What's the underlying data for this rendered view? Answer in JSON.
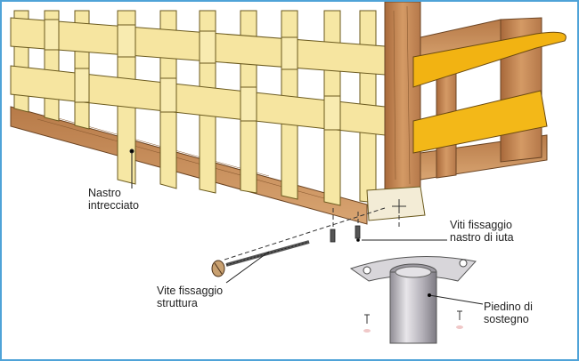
{
  "labels": {
    "nastro": {
      "line1": "Nastro",
      "line2": "intrecciato"
    },
    "viti_iuta": {
      "line1": "Viti fissaggio",
      "line2": "nastro di iuta"
    },
    "vite_struttura": {
      "line1": "Vite fissaggio",
      "line2": "struttura"
    },
    "piedino": {
      "line1": "Piedino di",
      "line2": "sostegno"
    }
  },
  "colors": {
    "strap": "#f4e39a",
    "strap_outline": "#6b5a1e",
    "strap_orange": "#f2b312",
    "wood": "#c98a57",
    "wood_dark": "#9a5f33",
    "metal": "#c9c7cc",
    "frame": "#4fa3d8"
  }
}
